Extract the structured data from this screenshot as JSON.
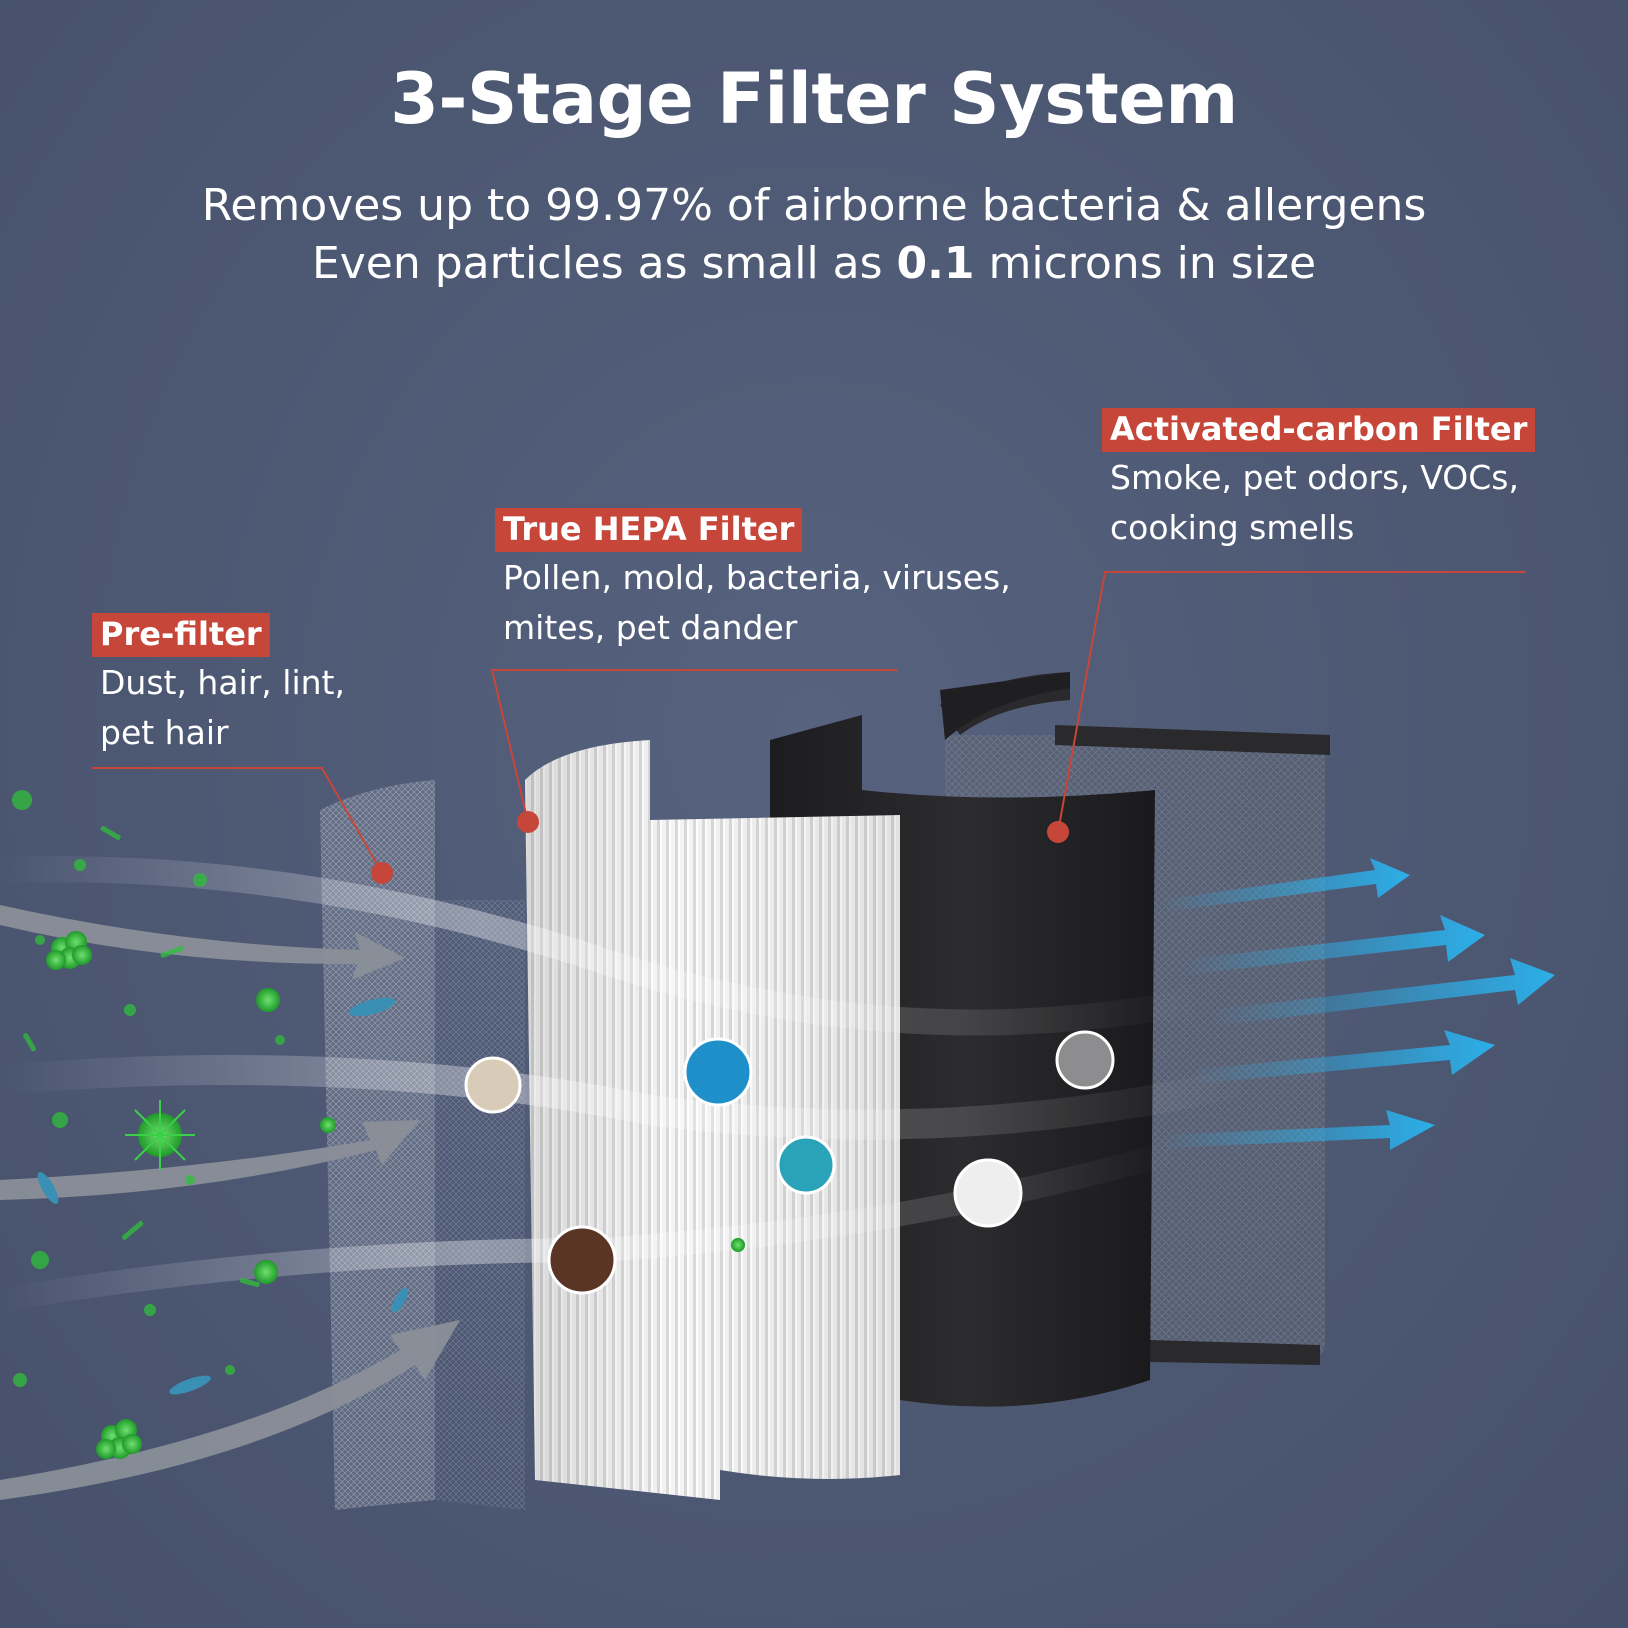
{
  "header": {
    "title": "3-Stage Filter System",
    "subtitle_line1": "Removes up to 99.97% of airborne bacteria & allergens",
    "subtitle_line2_before": "Even particles as small as ",
    "subtitle_line2_bold": "0.1",
    "subtitle_line2_after": " microns in size"
  },
  "filters": [
    {
      "name": "Pre-filter",
      "desc_line1": "Dust, hair, lint,",
      "desc_line2": "pet hair"
    },
    {
      "name": "True HEPA Filter",
      "desc_line1": "Pollen, mold, bacteria, viruses,",
      "desc_line2": "mites, pet dander"
    },
    {
      "name": "Activated-carbon Filter",
      "desc_line1": "Smoke, pet odors, VOCs,",
      "desc_line2": "cooking smells"
    }
  ],
  "colors": {
    "background": "#4d5873",
    "tag_red": "#c7463a",
    "particle_green": "#2fbf3a",
    "airflow_blue": "#2ab4ef"
  }
}
